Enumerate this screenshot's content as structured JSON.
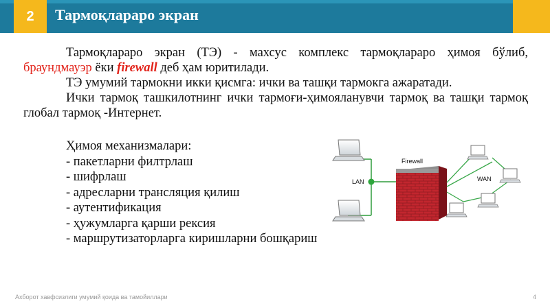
{
  "header": {
    "slide_number": "2",
    "title": "Тармоқлараро экран"
  },
  "content": {
    "p1_a": "Тармоқлараро экран (ТЭ) - махсус комплекс тармоқлараро ҳимоя бўлиб, ",
    "p1_red": "браундмауэр",
    "p1_b": " ёки ",
    "p1_fw": "firewall",
    "p1_c": " деб ҳам юритилади.",
    "p2": "ТЭ умумий тармокни икки қисмга: ички ва ташқи тармокга ажаратади.",
    "p3": "Ички тармоқ ташкилотнинг ички тармоғи-ҳимояланувчи тармоқ ва ташқи тармоқ глобал тармоқ -Интернет."
  },
  "list": {
    "heading": "Ҳимоя механизмалари:",
    "items": [
      "- пакетларни филтрлаш",
      "- шифрлаш",
      "- адресларни трансляция қилиш",
      "- аутентификация",
      "- ҳужумларга қарши рексия",
      "- маршрутизаторларга киришларни бошқариш"
    ]
  },
  "diagram": {
    "firewall_label": "Firewall",
    "lan_label": "LAN",
    "wan_label": "WAN",
    "icons": [
      "laptop-icon",
      "firewall-brick-wall-icon",
      "network-node-icon"
    ],
    "colors": {
      "lan_line": "#2e9b3c",
      "wall": "#c2262e",
      "wan_line": "#3aa84a"
    }
  },
  "footer": {
    "left": "Ахборот хавфсизлиги умумий қоида ва тамойиллари",
    "page": "4"
  }
}
